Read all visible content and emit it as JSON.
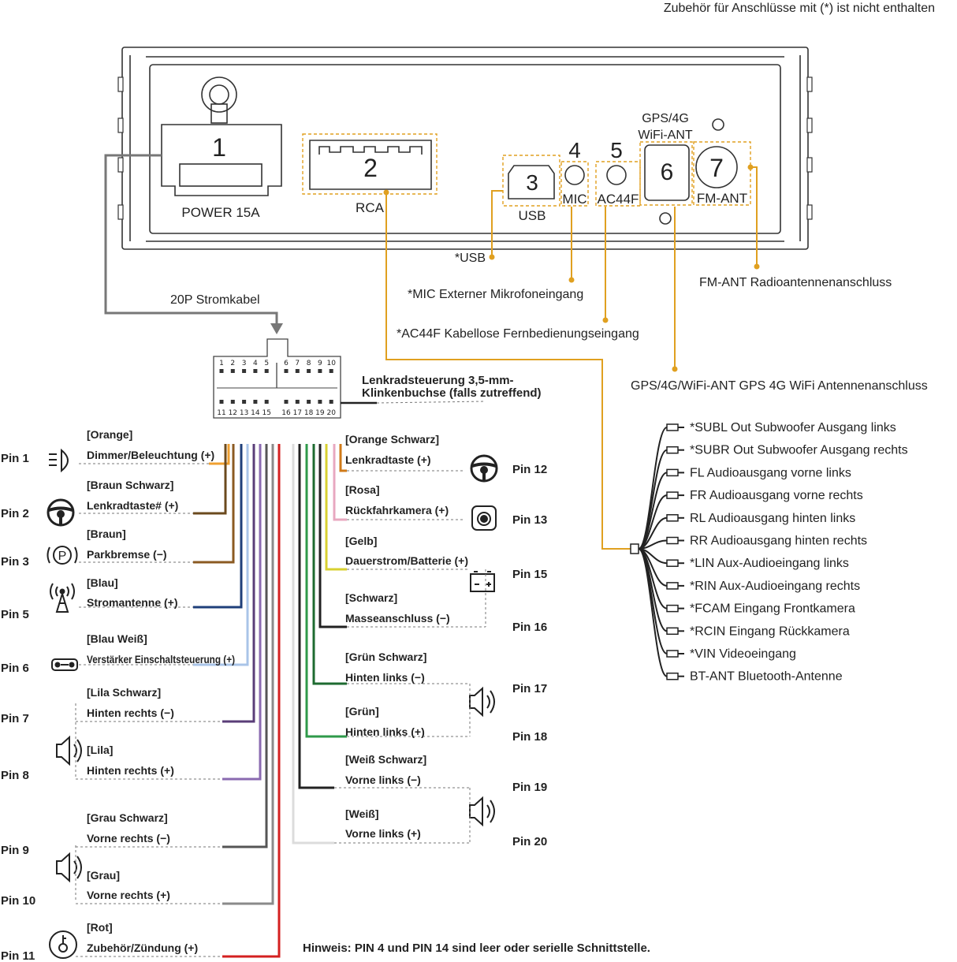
{
  "note_top": "Zubehör für Anschlüsse mit (*) ist nicht enthalten",
  "unit_ports": {
    "power_num": "1",
    "power_label": "POWER 15A",
    "rca_num": "2",
    "rca_label": "RCA",
    "usb_num": "3",
    "usb_label": "USB",
    "mic_num": "4",
    "mic_label": "MIC",
    "ac44f_num": "5",
    "ac44f_label": "AC44F",
    "gps_num": "6",
    "gps_label": "GPS/4G\nWiFi-ANT",
    "fm_num": "7",
    "fm_label": "FM-ANT"
  },
  "callouts": {
    "usb": "*USB",
    "mic": "*MIC Externer Mikrofoneingang",
    "ac44f": "*AC44F Kabellose Fernbedienungseingang",
    "gps": "GPS/4G/WiFi-ANT GPS 4G WiFi Antennenanschluss",
    "fm": "FM-ANT Radioantennenanschluss",
    "cable": "20P Stromkabel"
  },
  "connector": {
    "top_left": [
      "1",
      "2",
      "3",
      "4",
      "5"
    ],
    "top_right": [
      "6",
      "7",
      "8",
      "9",
      "10"
    ],
    "bot_left": [
      "11",
      "12",
      "13",
      "14",
      "15"
    ],
    "bot_right": [
      "16",
      "17",
      "18",
      "19",
      "20"
    ],
    "steering_line1": "Lenkradsteuerung 3,5-mm-",
    "steering_line2": "Klinkenbuchse (falls zutreffend)"
  },
  "left_pins": [
    {
      "pin": "Pin 1",
      "color": "[Orange]",
      "func": "Dimmer/Beleuchtung (+)",
      "wire": "#f0a030",
      "icon": "headlight-icon"
    },
    {
      "pin": "Pin 2",
      "color": "[Braun Schwarz]",
      "func": "Lenkradtaste# (+)",
      "wire": "#6b4a1e",
      "icon": "steering-wheel-icon"
    },
    {
      "pin": "Pin 3",
      "color": "[Braun]",
      "func": "Parkbremse (−)",
      "wire": "#8b5a22",
      "icon": "parking-brake-icon"
    },
    {
      "pin": "Pin 5",
      "color": "[Blau]",
      "func": "Stromantenne (+)",
      "wire": "#1f3f7a",
      "icon": "antenna-icon"
    },
    {
      "pin": "Pin 6",
      "color": "[Blau Weiß]",
      "func": "Verstärker Einschaltsteuerung (+)",
      "wire": "#a9c4e8",
      "icon": "amplifier-icon"
    },
    {
      "pin": "Pin 7",
      "color": "[Lila Schwarz]",
      "func": "Hinten rechts (−)",
      "wire": "#5a3d78",
      "icon": "speaker-icon"
    },
    {
      "pin": "Pin 8",
      "color": "[Lila]",
      "func": "Hinten rechts (+)",
      "wire": "#8a6ab0",
      "icon": "speaker-icon"
    },
    {
      "pin": "Pin 9",
      "color": "[Grau Schwarz]",
      "func": "Vorne rechts (−)",
      "wire": "#555555",
      "icon": "speaker-icon"
    },
    {
      "pin": "Pin 10",
      "color": "[Grau]",
      "func": "Vorne rechts (+)",
      "wire": "#8a8a8a",
      "icon": "speaker-icon"
    },
    {
      "pin": "Pin 11",
      "color": "[Rot]",
      "func": "Zubehör/Zündung (+)",
      "wire": "#d42020",
      "icon": "ignition-icon"
    }
  ],
  "right_pins": [
    {
      "pin": "Pin 12",
      "color": "[Orange Schwarz]",
      "func": "Lenkradtaste (+)",
      "wire": "#d07a18",
      "icon": "steering-wheel-icon"
    },
    {
      "pin": "Pin 13",
      "color": "[Rosa]",
      "func": "Rückfahrkamera (+)",
      "wire": "#e8a8c0",
      "icon": "camera-icon"
    },
    {
      "pin": "Pin 15",
      "color": "[Gelb]",
      "func": "Dauerstrom/Batterie (+)",
      "wire": "#d8d030",
      "icon": "battery-icon"
    },
    {
      "pin": "Pin 16",
      "color": "[Schwarz]",
      "func": "Masseanschluss (−)",
      "wire": "#222222",
      "icon": ""
    },
    {
      "pin": "Pin 17",
      "color": "[Grün Schwarz]",
      "func": "Hinten links (−)",
      "wire": "#1e6b30",
      "icon": "speaker-icon"
    },
    {
      "pin": "Pin 18",
      "color": "[Grün]",
      "func": "Hinten links (+)",
      "wire": "#2e9a4a",
      "icon": ""
    },
    {
      "pin": "Pin 19",
      "color": "[Weiß Schwarz]",
      "func": "Vorne links (−)",
      "wire": "#222222",
      "icon": "speaker-icon"
    },
    {
      "pin": "Pin 20",
      "color": "[Weiß]",
      "func": "Vorne links (+)",
      "wire": "#dcdcdc",
      "icon": ""
    }
  ],
  "rca_outputs": [
    "*SUBL Out Subwoofer Ausgang links",
    "*SUBR Out Subwoofer Ausgang rechts",
    "FL Audioausgang vorne links",
    "FR Audioausgang vorne rechts",
    "RL Audioausgang hinten links",
    "RR Audioausgang hinten rechts",
    "*LIN Aux-Audioeingang links",
    "*RIN Aux-Audioeingang rechts",
    "*FCAM Eingang Frontkamera",
    "*RCIN Eingang Rückkamera",
    "*VIN Videoeingang",
    "BT-ANT Bluetooth-Antenne"
  ],
  "hint": "Hinweis: PIN 4 und PIN 14 sind leer oder serielle Schnittstelle.",
  "colors": {
    "callout": "#e0a020",
    "cable": "#777777",
    "text": "#222222"
  }
}
